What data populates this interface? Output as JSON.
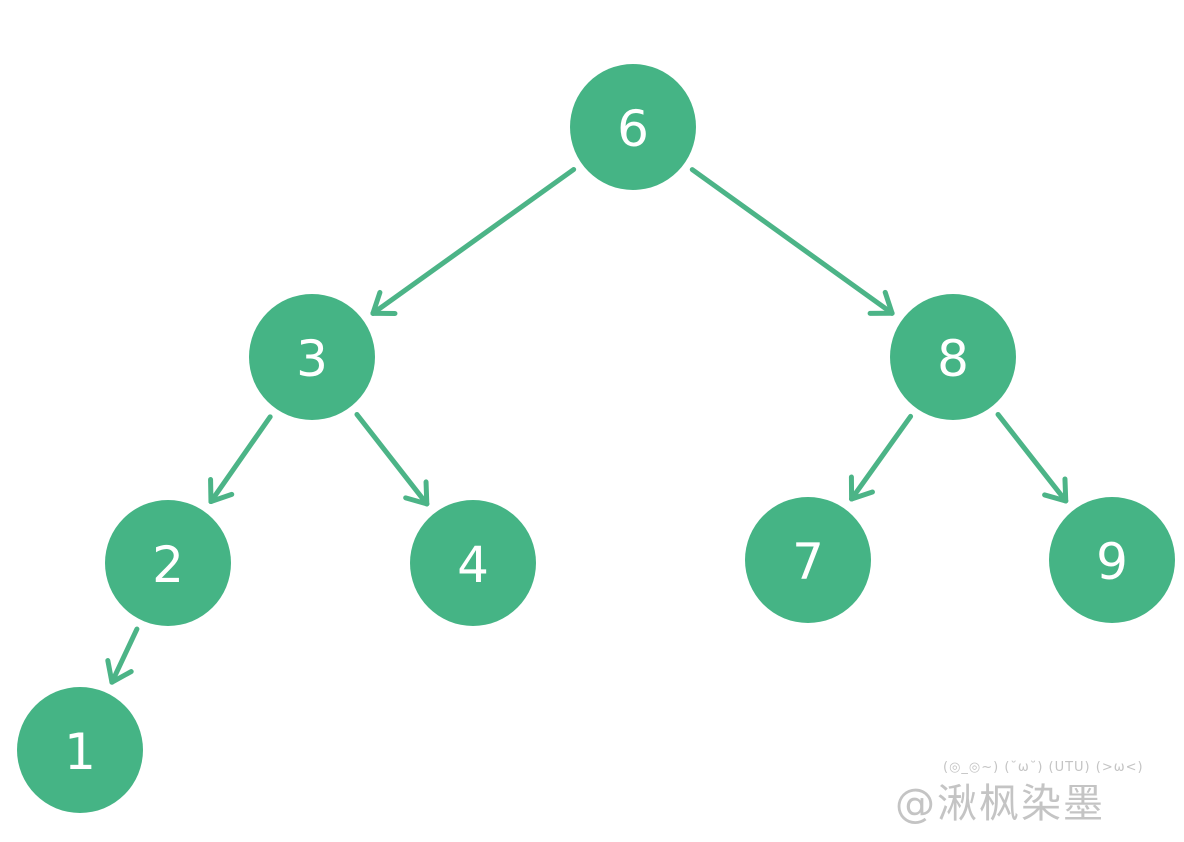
{
  "diagram": {
    "type": "binary-search-tree",
    "node_color": "#45b485",
    "edge_color": "#4cb487",
    "nodes": [
      {
        "id": "n6",
        "label": "6"
      },
      {
        "id": "n3",
        "label": "3"
      },
      {
        "id": "n8",
        "label": "8"
      },
      {
        "id": "n2",
        "label": "2"
      },
      {
        "id": "n4",
        "label": "4"
      },
      {
        "id": "n7",
        "label": "7"
      },
      {
        "id": "n9",
        "label": "9"
      },
      {
        "id": "n1",
        "label": "1"
      }
    ],
    "edges": [
      {
        "from": "n6",
        "to": "n3"
      },
      {
        "from": "n6",
        "to": "n8"
      },
      {
        "from": "n3",
        "to": "n2"
      },
      {
        "from": "n3",
        "to": "n4"
      },
      {
        "from": "n8",
        "to": "n7"
      },
      {
        "from": "n8",
        "to": "n9"
      },
      {
        "from": "n2",
        "to": "n1"
      }
    ]
  },
  "watermark": {
    "faces": "(◎_◎~) (˘ω˘) (UTU) (>ω<)",
    "name": "@湫枫染墨"
  }
}
